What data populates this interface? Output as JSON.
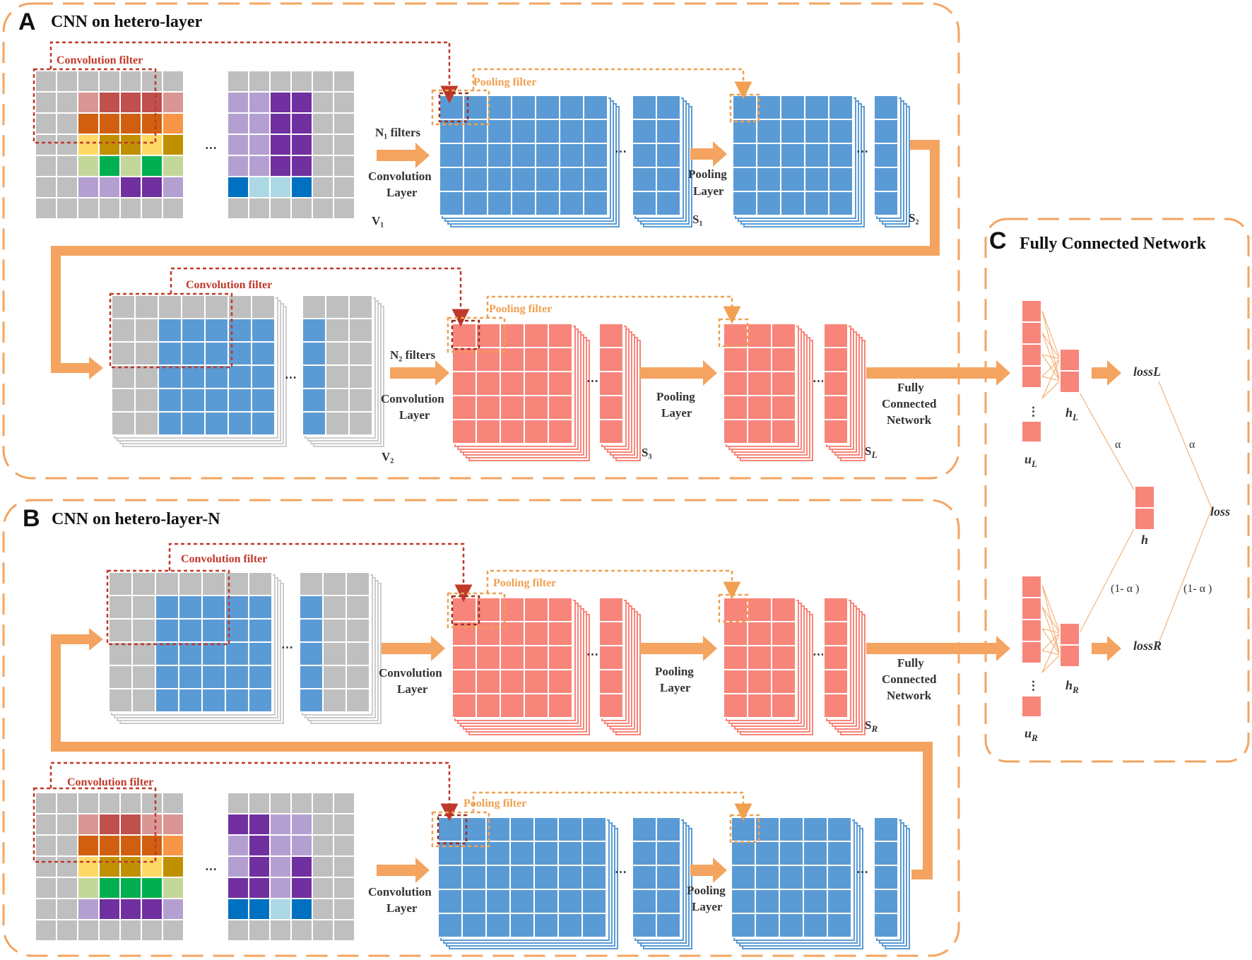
{
  "panels": {
    "a": {
      "letter": "A",
      "title": "CNN on hetero-layer"
    },
    "b": {
      "letter": "B",
      "title": "CNN on hetero-layer-N"
    },
    "c": {
      "letter": "C",
      "title": "Fully Connected Network"
    }
  },
  "labels": {
    "conv_filter": "Convolution filter",
    "pool_filter": "Pooling filter",
    "n1_filters": "N₁ filters",
    "n2_filters": "N₂ filters",
    "conv_layer_1": "Convolution",
    "conv_layer_2": "Layer",
    "pool_layer_1": "Pooling",
    "pool_layer_2": "Layer",
    "fc_1": "Fully",
    "fc_2": "Connected",
    "fc_3": "Network",
    "v1": "V₁",
    "v2": "V₂",
    "s1": "S₁",
    "s2": "S₂",
    "s3": "S₃",
    "sl": "S",
    "sl_sub": "L",
    "sr": "S",
    "sr_sub": "R",
    "ellipsis": "⋯",
    "vdots": "⋮"
  },
  "fc": {
    "u": "u",
    "h": "h",
    "L": "L",
    "R": "R",
    "h_center": "h",
    "lossL": "lossL",
    "lossR": "lossR",
    "loss": "loss",
    "alpha": "α",
    "one_minus_alpha": "(1- α )"
  },
  "colors": {
    "orange": "#f4a460",
    "orange_dark": "#f39c4a",
    "grey": "#bfbfbf",
    "blue": "#5b9bd5",
    "salmon": "#f8857a",
    "dark_red": "#c0392b",
    "purple": "#7030a0",
    "lavender": "#b4a0d0",
    "dark_blue": "#0070c0",
    "light_blue": "#add8e6",
    "pink": "#d99694",
    "brick": "#c0504d",
    "dark_orange": "#d06010",
    "light_orange": "#f79646",
    "yellow": "#ffd966",
    "mustard": "#c09000",
    "sage": "#c4d79b",
    "green": "#00b050"
  }
}
